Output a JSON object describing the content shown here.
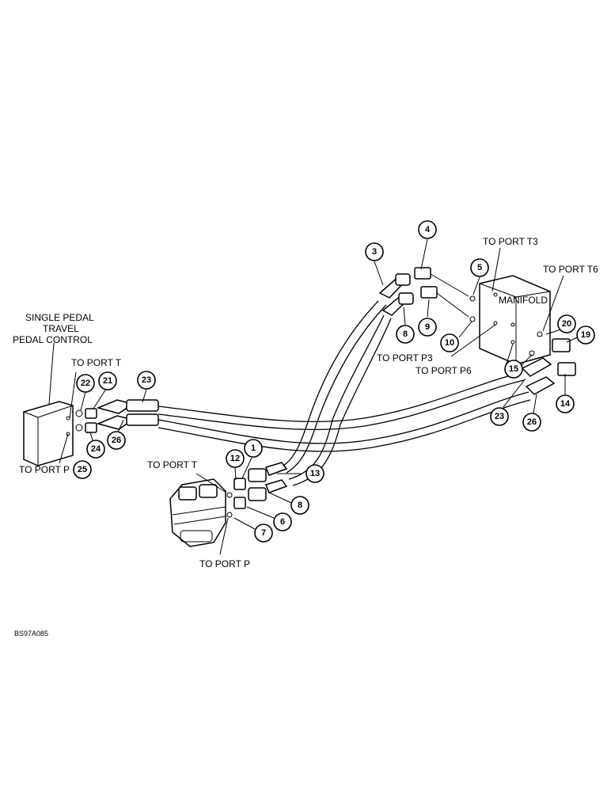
{
  "labels": {
    "single_pedal_line1": "SINGLE PEDAL",
    "single_pedal_line2": "TRAVEL",
    "single_pedal_line3": "PEDAL CONTROL",
    "to_port_t_left": "TO PORT T",
    "to_port_p_left": "TO PORT P",
    "to_port_t_valve": "TO PORT T",
    "to_port_p_valve": "TO PORT P",
    "to_port_t3": "TO PORT T3",
    "to_port_t6": "TO PORT T6",
    "manifold": "MANIFOLD",
    "to_port_p3": "TO PORT P3",
    "to_port_p6": "TO PORT P6",
    "drawing_code": "BS97A085"
  },
  "callouts": [
    "1",
    "3",
    "4",
    "5",
    "6",
    "7",
    "8",
    "8",
    "9",
    "10",
    "12",
    "13",
    "14",
    "15",
    "19",
    "20",
    "21",
    "22",
    "23",
    "23",
    "24",
    "25",
    "26",
    "26"
  ],
  "colors": {
    "ink": "#000000",
    "paper": "#ffffff"
  }
}
